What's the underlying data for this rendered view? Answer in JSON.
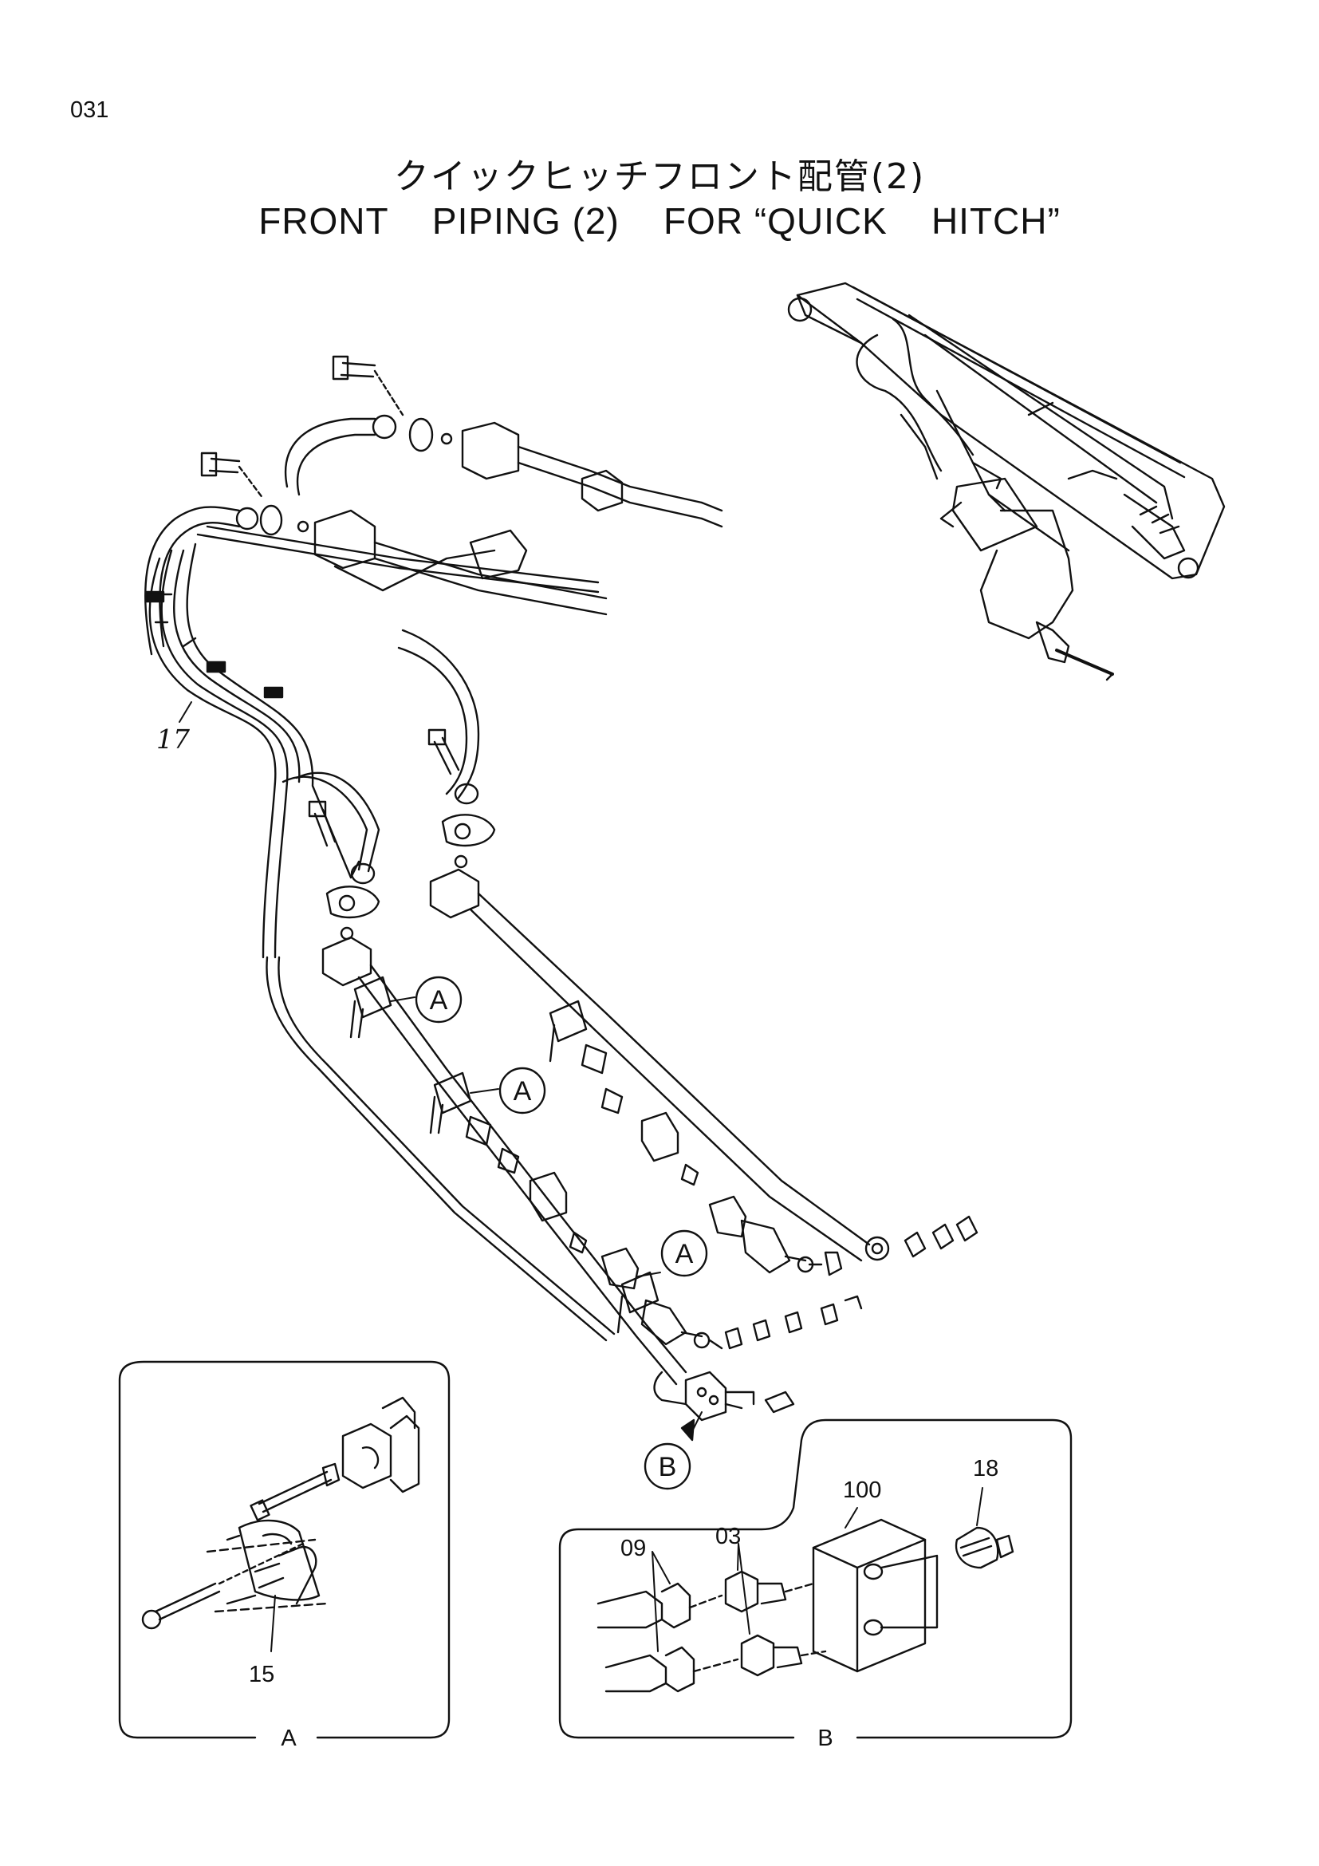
{
  "page_number": "031",
  "title_jp": "クイックヒッチフロント配管(2)",
  "title_en": "FRONT    PIPING (2)    FOR “QUICK    HITCH”",
  "callouts": {
    "hose_bundle": "17",
    "clamp": "15",
    "hose": "09",
    "connector": "03",
    "block": "100",
    "plug": "18"
  },
  "detail_markers": {
    "a1": "A",
    "a2": "A",
    "a3": "A",
    "b": "B"
  },
  "view_labels": {
    "view_a": "A",
    "view_b": "B"
  },
  "colors": {
    "ink": "#111111",
    "paper": "#ffffff"
  }
}
